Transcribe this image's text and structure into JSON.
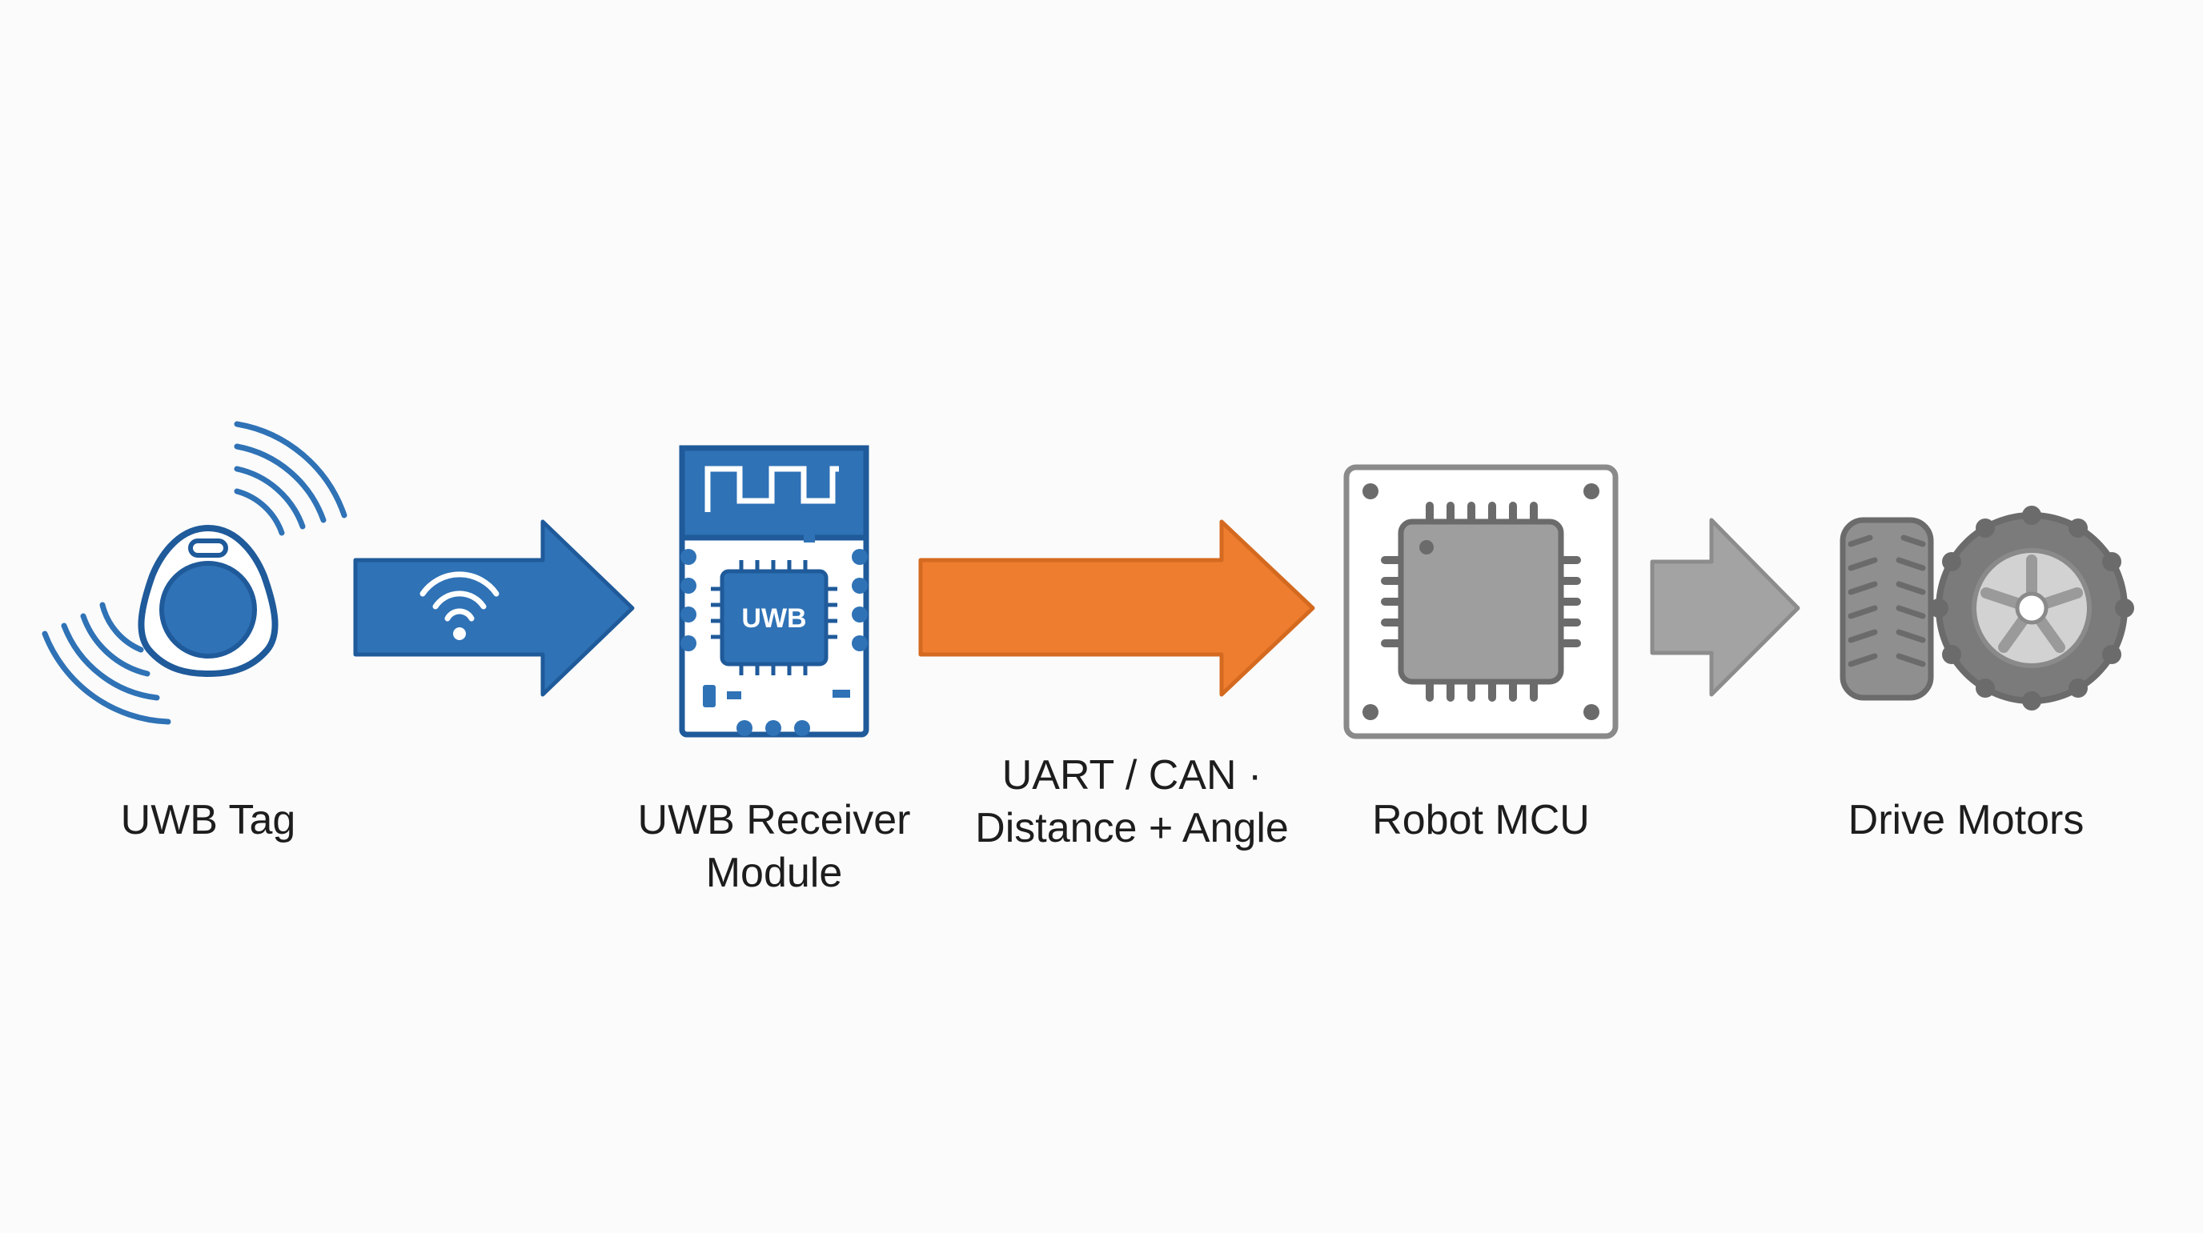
{
  "diagram": {
    "title": "",
    "nodes": [
      {
        "id": "tag",
        "label": "UWB Tag",
        "icon": "uwb-tag-icon"
      },
      {
        "id": "receiver",
        "label_lines": [
          "UWB Receiver",
          "Module"
        ],
        "icon": "uwb-receiver-module-icon",
        "chip_text": "UWB"
      },
      {
        "id": "mcu",
        "label": "Robot MCU",
        "icon": "microcontroller-chip-icon"
      },
      {
        "id": "motors",
        "label": "Drive Motors",
        "icon": "wheel-tire-icon"
      }
    ],
    "edges": [
      {
        "from": "tag",
        "to": "receiver",
        "icon": "wifi-signal-icon",
        "color": "#2f72b6"
      },
      {
        "from": "receiver",
        "to": "mcu",
        "label_lines": [
          "UART / CAN ·",
          "Distance + Angle"
        ],
        "color": "#ee7d2f"
      },
      {
        "from": "mcu",
        "to": "motors",
        "color": "#a3a3a3"
      }
    ]
  },
  "colors": {
    "blue": "#2f72b6",
    "blue_dark": "#1f5a9a",
    "orange": "#ee7d2f",
    "gray": "#a3a3a3",
    "gray_dark": "#6b6b6b",
    "text": "#1d1d1d",
    "background": "#fbfbfb"
  }
}
